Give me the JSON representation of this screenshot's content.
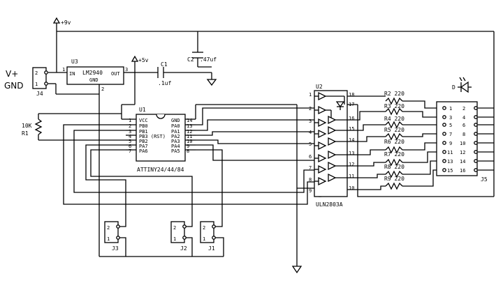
{
  "power": {
    "vplus_label": "V+",
    "gnd_label": "GND",
    "v9_label": "+9v",
    "v5_label": "+5v"
  },
  "u3": {
    "ref": "U3",
    "part": "LM2940",
    "in_label": "IN",
    "out_label": "OUT",
    "gnd_label": "GND",
    "pin_in": "1",
    "pin_out": "3",
    "pin_gnd": "2"
  },
  "c1": {
    "ref": "C1",
    "value": ".1uf"
  },
  "c2": {
    "ref": "C2",
    "value": ".47uf"
  },
  "r1": {
    "ref": "R1",
    "value": "10K"
  },
  "j4": {
    "ref": "J4",
    "pins": [
      "2",
      "1"
    ]
  },
  "u1": {
    "ref": "U1",
    "part": "ATTINY24/44/84",
    "left_nums": [
      "1",
      "2",
      "3",
      "4",
      "5",
      "6",
      "7"
    ],
    "left_names": [
      "VCC",
      "PB0",
      "PB1",
      "PB3 (RST)",
      "PB2",
      "PA7",
      "PA6"
    ],
    "right_nums": [
      "14",
      "13",
      "12",
      "11",
      "10",
      "9",
      "8"
    ],
    "right_names": [
      "GND",
      "PA0",
      "PA1",
      "PA2",
      "PA3",
      "PA4",
      "PA5"
    ]
  },
  "u2": {
    "ref": "U2",
    "part": "ULN2803A",
    "left_pins": [
      "1",
      "2",
      "3",
      "4",
      "5",
      "6",
      "7",
      "8",
      "9"
    ],
    "right_pins": [
      "18",
      "17",
      "16",
      "15",
      "14",
      "13",
      "12",
      "11",
      "10"
    ]
  },
  "resistors": [
    "R2 220",
    "R3 220",
    "R4 220",
    "R5 220",
    "R6 220",
    "R7 220",
    "R8 220",
    "R9 220"
  ],
  "j5": {
    "ref": "J5",
    "left_nums": [
      "1",
      "3",
      "5",
      "7",
      "9",
      "11",
      "13",
      "15"
    ],
    "right_nums": [
      "2",
      "4",
      "6",
      "8",
      "10",
      "12",
      "14",
      "16"
    ]
  },
  "d": {
    "ref": "D"
  },
  "j3": {
    "ref": "J3",
    "pins": [
      "2",
      "1"
    ]
  },
  "j2": {
    "ref": "J2",
    "pins": [
      "2",
      "1"
    ]
  },
  "j1": {
    "ref": "J1",
    "pins": [
      "2",
      "1"
    ]
  }
}
